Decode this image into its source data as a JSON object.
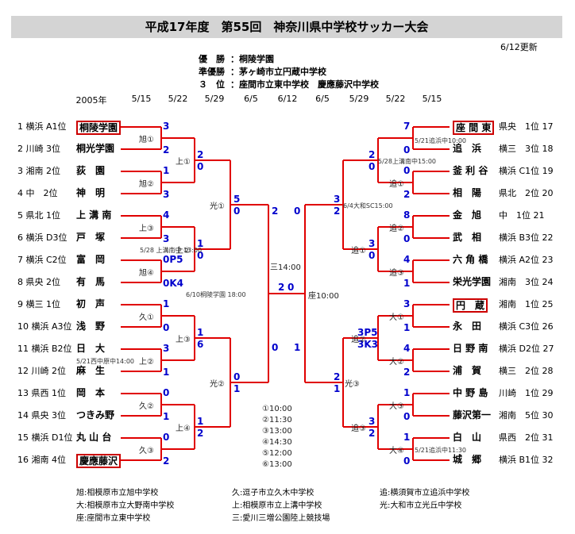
{
  "title": "平成17年度　第55回　神奈川県中学校サッカー大会",
  "updated": "6/12更新",
  "results": [
    {
      "label": "優　勝",
      "value": "：桐陵学園"
    },
    {
      "label": "準優勝",
      "value": "：茅ヶ崎市立円蔵中学校"
    },
    {
      "label": "３　位",
      "value": "：座間市立東中学校　慶應藤沢中学校"
    }
  ],
  "header_dates": [
    "2005年",
    "5/15",
    "5/22",
    "5/29",
    "6/5",
    "6/12",
    "6/5",
    "5/29",
    "5/22",
    "5/15"
  ],
  "left_teams": [
    {
      "seed": "1 横浜 A1位",
      "name": "桐陵学園"
    },
    {
      "seed": "2 川崎 3位",
      "name": "桐光学園"
    },
    {
      "seed": "3 湘南 2位",
      "name": "荻　園"
    },
    {
      "seed": "4 中　2位",
      "name": "神　明"
    },
    {
      "seed": "5 県北 1位",
      "name": "上 溝 南"
    },
    {
      "seed": "6 横浜 D3位",
      "name": "戸　塚"
    },
    {
      "seed": "7 横浜 C2位",
      "name": "富　岡"
    },
    {
      "seed": "8 県央 2位",
      "name": "有　馬"
    },
    {
      "seed": "9 横三 1位",
      "name": "初　声"
    },
    {
      "seed": "10 横浜 A3位",
      "name": "浅　野"
    },
    {
      "seed": "11 横浜 B2位",
      "name": "日　大"
    },
    {
      "seed": "12 川崎 2位",
      "name": "麻　生"
    },
    {
      "seed": "13 県西 1位",
      "name": "岡　本"
    },
    {
      "seed": "14 県央 3位",
      "name": "つきみ野"
    },
    {
      "seed": "15 横浜 D1位",
      "name": "丸 山 台"
    },
    {
      "seed": "16 湘南 4位",
      "name": "慶應藤沢"
    }
  ],
  "right_teams": [
    {
      "name": "座 間 東",
      "seed": "県央　1位 17"
    },
    {
      "name": "追　浜",
      "seed": "横三　3位 18"
    },
    {
      "name": "釜 利 谷",
      "seed": "横浜 C1位 19"
    },
    {
      "name": "相　陽",
      "seed": "県北　2位 20"
    },
    {
      "name": "金　旭",
      "seed": "中　1位 21"
    },
    {
      "name": "武　相",
      "seed": "横浜 B3位 22"
    },
    {
      "name": "六 角 橋",
      "seed": "横浜 A2位 23"
    },
    {
      "name": "栄光学園",
      "seed": "湘南　3位 24"
    },
    {
      "name": "円　蔵",
      "seed": "湘南　1位 25"
    },
    {
      "name": "永　田",
      "seed": "横浜 C3位 26"
    },
    {
      "name": "日 野 南",
      "seed": "横浜 D2位 27"
    },
    {
      "name": "浦　賀",
      "seed": "横三　2位 28"
    },
    {
      "name": "中 野 島",
      "seed": "川崎　1位 29"
    },
    {
      "name": "藤沢第一",
      "seed": "湘南　5位 30"
    },
    {
      "name": "白　山",
      "seed": "県西　2位 31"
    },
    {
      "name": "城　郷",
      "seed": "横浜 B1位 32"
    }
  ],
  "r1_scores_left": [
    "3",
    "2",
    "1",
    "3",
    "4",
    "3",
    "0P5",
    "0K4",
    "1",
    "0",
    "3",
    "1",
    "0",
    "1",
    "0",
    "2"
  ],
  "r1_scores_right": [
    "7",
    "0",
    "0",
    "2",
    "8",
    "0",
    "4",
    "1",
    "3",
    "1",
    "4",
    "2",
    "1",
    "0",
    "1",
    "0"
  ],
  "r2_scores_left": [
    "2",
    "0",
    "1",
    "0",
    "1",
    "6",
    "1",
    "2"
  ],
  "r2_scores_right": [
    "2",
    "0",
    "3",
    "0",
    "3P5",
    "3K3",
    "3",
    "2"
  ],
  "r3_scores_left": [
    "5",
    "0",
    "0",
    "1"
  ],
  "r3_scores_right": [
    "3",
    "2",
    "2",
    "1"
  ],
  "semi_scores": {
    "left_top": "2",
    "left_bottom": "0",
    "right_top": "0",
    "right_bottom": "1"
  },
  "final_scores": {
    "left": "2",
    "right": "0"
  },
  "venues_left_r1": [
    "旭①",
    "旭②",
    "上③",
    "旭④",
    "久①",
    "上②",
    "久②",
    "久③"
  ],
  "venues_left_r2": [
    "上①",
    "上②",
    "上③",
    "上④"
  ],
  "venues_right_r1": [
    "追①",
    "追②",
    "追③",
    "大①",
    "大②",
    "大③",
    "大④"
  ],
  "venues_right_r2": [
    "追①",
    "追②",
    "追③"
  ],
  "venue_left_r3a": "光①",
  "venue_left_r3b": "光②",
  "venue_right_r3": "光③",
  "venue_semi_left": "三14:00",
  "venue_final": "座10:00",
  "notes": {
    "n1": "5/21追浜中10:00",
    "n2": "5/28上溝南中15:00",
    "n3": "6/4大和SC15:00",
    "n4": "5/28 上溝南中 13:00",
    "n5": "6/10桐陵学園 18:00",
    "n6": "5/21西中原中14:00",
    "n7": "5/21追浜中11:30"
  },
  "times": [
    "①10:00",
    "②11:30",
    "③13:00",
    "④14:30",
    "⑤12:00",
    "⑥13:00"
  ],
  "legend": [
    "旭:相模原市立旭中学校",
    "久:逗子市立久木中学校",
    "追:横須賀市立追浜中学校",
    "大:相模原市立大野南中学校",
    "上:相模原市立上溝中学校",
    "光:大和市立光丘中学校",
    "座:座間市立東中学校",
    "三:愛川三増公園陸上競技場"
  ],
  "colors": {
    "bracket": "#e00000",
    "score": "#0000cc",
    "title_bg": "#d4d4d4"
  }
}
